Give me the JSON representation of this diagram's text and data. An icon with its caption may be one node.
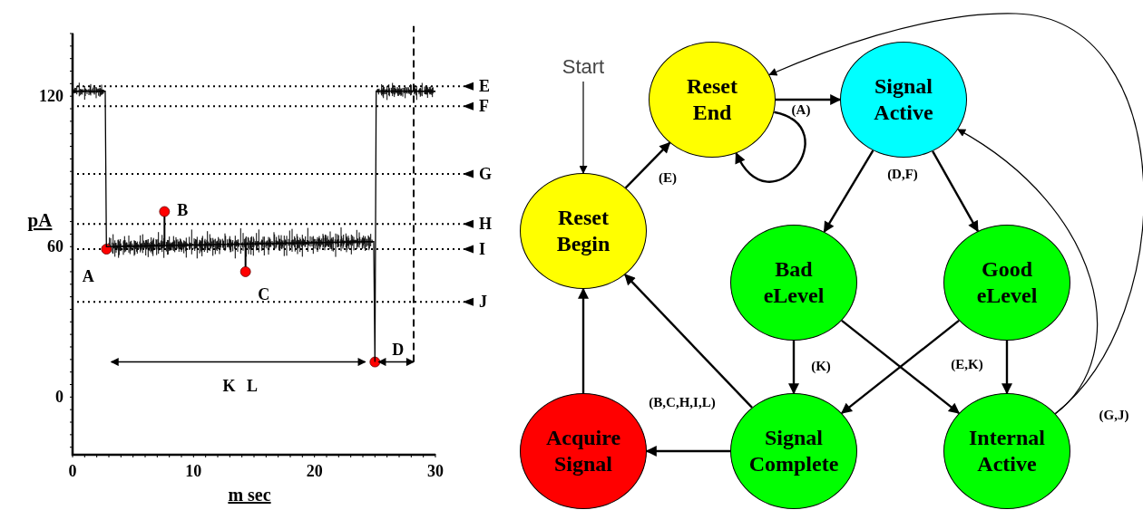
{
  "diagram": {
    "nodes": [
      {
        "text": [
          "Start"
        ]
      },
      {
        "text": [
          "Reset End"
        ]
      },
      {
        "text": [
          "Signal Active"
        ]
      },
      {
        "text": [
          "Reset Begin"
        ]
      },
      {
        "text": [
          "Bad eLevel"
        ]
      },
      {
        "text": [
          "Good eLevel"
        ]
      },
      {
        "text": [
          "Acquire Signal"
        ]
      },
      {
        "text": [
          "Signal Complete"
        ]
      },
      {
        "text": [
          "Internal Active"
        ]
      }
    ],
    "edges": [
      {
        "from": 0,
        "to": 3,
        "arrow": "to"
      },
      {
        "from": 3,
        "to": 1,
        "arrow": "to",
        "label": "(E)"
      },
      {
        "from": 1,
        "to": 2,
        "arrow": "to",
        "label": "(A)"
      },
      {
        "from": 1,
        "to": 1,
        "arrow": "to"
      },
      {
        "from": 2,
        "to": 4,
        "arrow": "to",
        "label": "(D,F)"
      },
      {
        "from": 2,
        "to": 5,
        "arrow": "to"
      },
      {
        "from": 4,
        "to": 7,
        "arrow": "to",
        "label": "(K)"
      },
      {
        "from": 4,
        "to": 8,
        "arrow": "to"
      },
      {
        "from": 5,
        "to": 7,
        "arrow": "to"
      },
      {
        "from": 5,
        "to": 8,
        "arrow": "to",
        "label": "(E,K)"
      },
      {
        "from": 7,
        "to": 3,
        "arrow": "to",
        "label": "(B,C,H,I,L)"
      },
      {
        "from": 7,
        "to": 6,
        "arrow": "to"
      },
      {
        "from": 6,
        "to": 3,
        "arrow": "to"
      },
      {
        "from": 8,
        "to": 1,
        "arrow": "to",
        "label": "(G,J)"
      },
      {
        "from": 8,
        "to": 2,
        "arrow": "to"
      }
    ],
    "labels": [
      "E",
      "F",
      "B",
      "G",
      "H",
      "I",
      "A",
      "C",
      "J",
      "D",
      "K L"
    ],
    "chart_data": {
      "type": "line",
      "xlabel": "m sec",
      "ylabel": "pA",
      "x": [
        0,
        2.7,
        2.8,
        24.9,
        25,
        25.1,
        30
      ],
      "series": [
        {
          "color": "#000000",
          "values": [
            122,
            122,
            60,
            62,
            14,
            122,
            122
          ]
        }
      ],
      "xlim": [
        0,
        30
      ],
      "ylim": [
        -23,
        145
      ],
      "xticks": [
        0,
        10,
        20,
        30
      ],
      "yticks": [
        0,
        60,
        120
      ]
    }
  }
}
